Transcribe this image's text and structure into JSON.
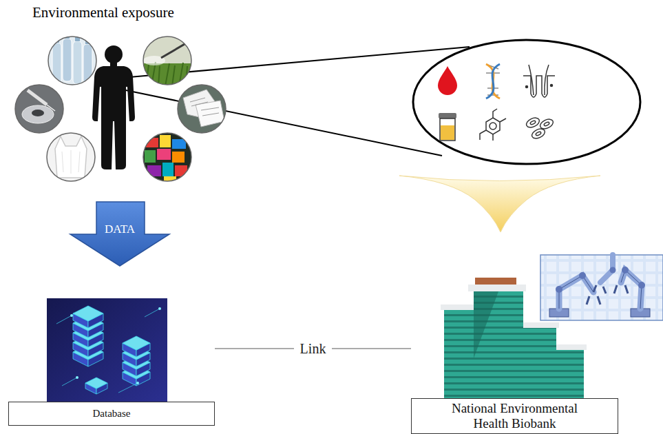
{
  "diagram": {
    "nodes": [
      {
        "text": [
          "Database"
        ]
      },
      {
        "text": [
          "National Environmental Health Biobank"
        ]
      }
    ],
    "edges": [
      {
        "from": 0,
        "to": 1,
        "arrow": "none",
        "label": "Link"
      }
    ],
    "labels": [
      "Environmental exposure",
      "DATA"
    ]
  }
}
